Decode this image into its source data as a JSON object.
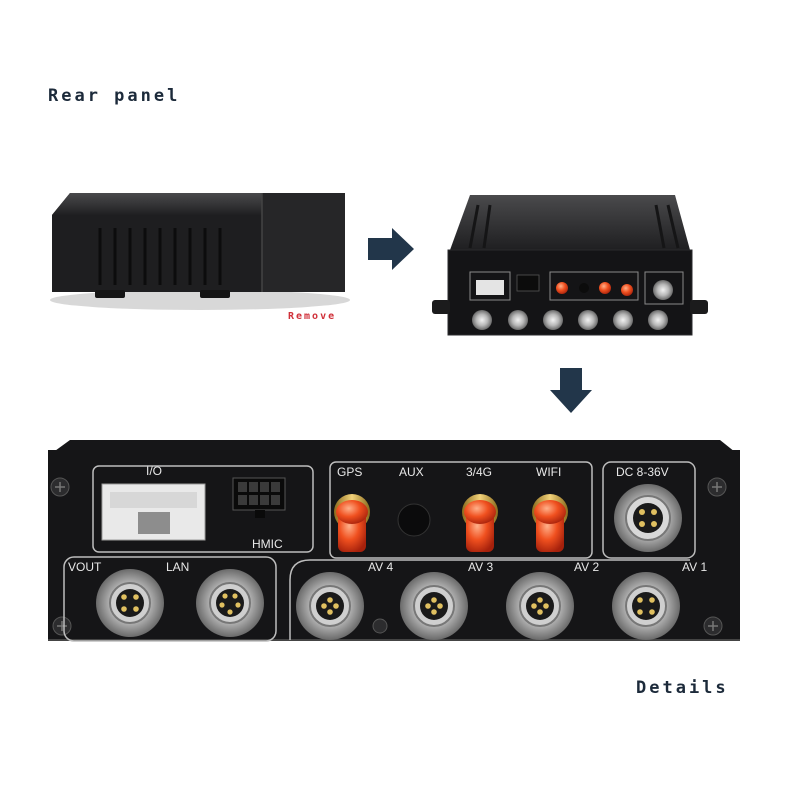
{
  "captions": {
    "rear_panel": "Rear panel",
    "remove": "Remove",
    "details": "Details"
  },
  "panel_labels": {
    "io": "I/O",
    "hmic": "HMIC",
    "gps": "GPS",
    "aux": "AUX",
    "g34": "3/4G",
    "wifi": "WIFI",
    "dc": "DC 8-36V",
    "vout": "VOUT",
    "lan": "LAN",
    "av4": "AV 4",
    "av3": "AV 3",
    "av2": "AV 2",
    "av1": "AV 1"
  },
  "colors": {
    "caption": "#1c2a3a",
    "remove": "#d0313a",
    "arrow": "#22364a",
    "antenna_connector": "#e8421f"
  },
  "icons": [
    "right-arrow-icon",
    "down-arrow-icon"
  ]
}
